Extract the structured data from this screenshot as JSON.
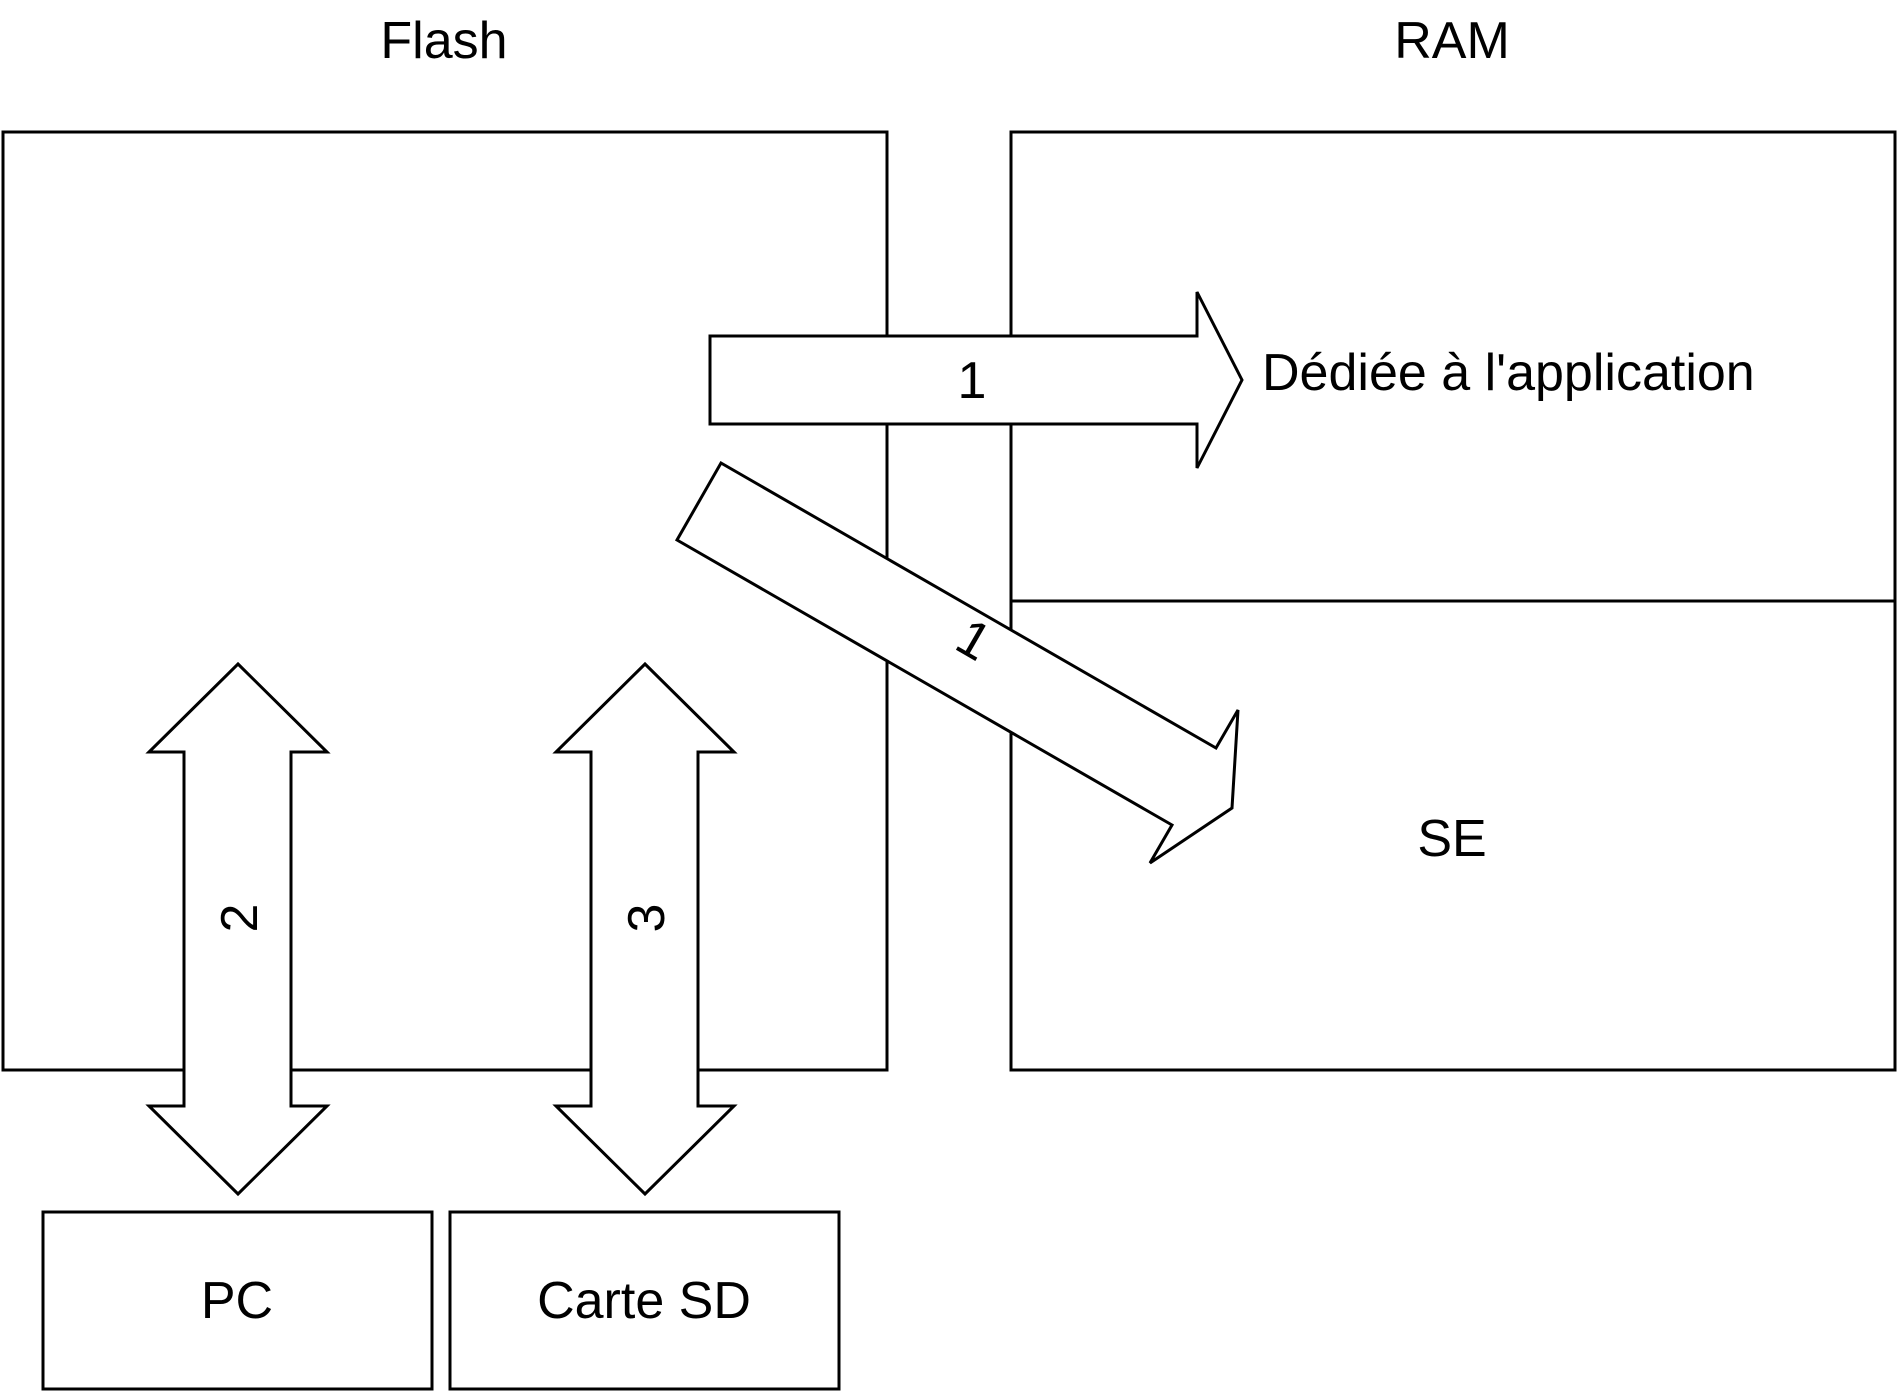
{
  "diagram": {
    "flash_title": "Flash",
    "ram_title": "RAM",
    "ram_app_label": "Dédiée à l'application",
    "ram_os_label": "SE",
    "pc_label": "PC",
    "sd_label": "Carte SD",
    "arrow_app_label": "1",
    "arrow_os_label": "1",
    "arrow_pc_label": "2",
    "arrow_sd_label": "3"
  }
}
